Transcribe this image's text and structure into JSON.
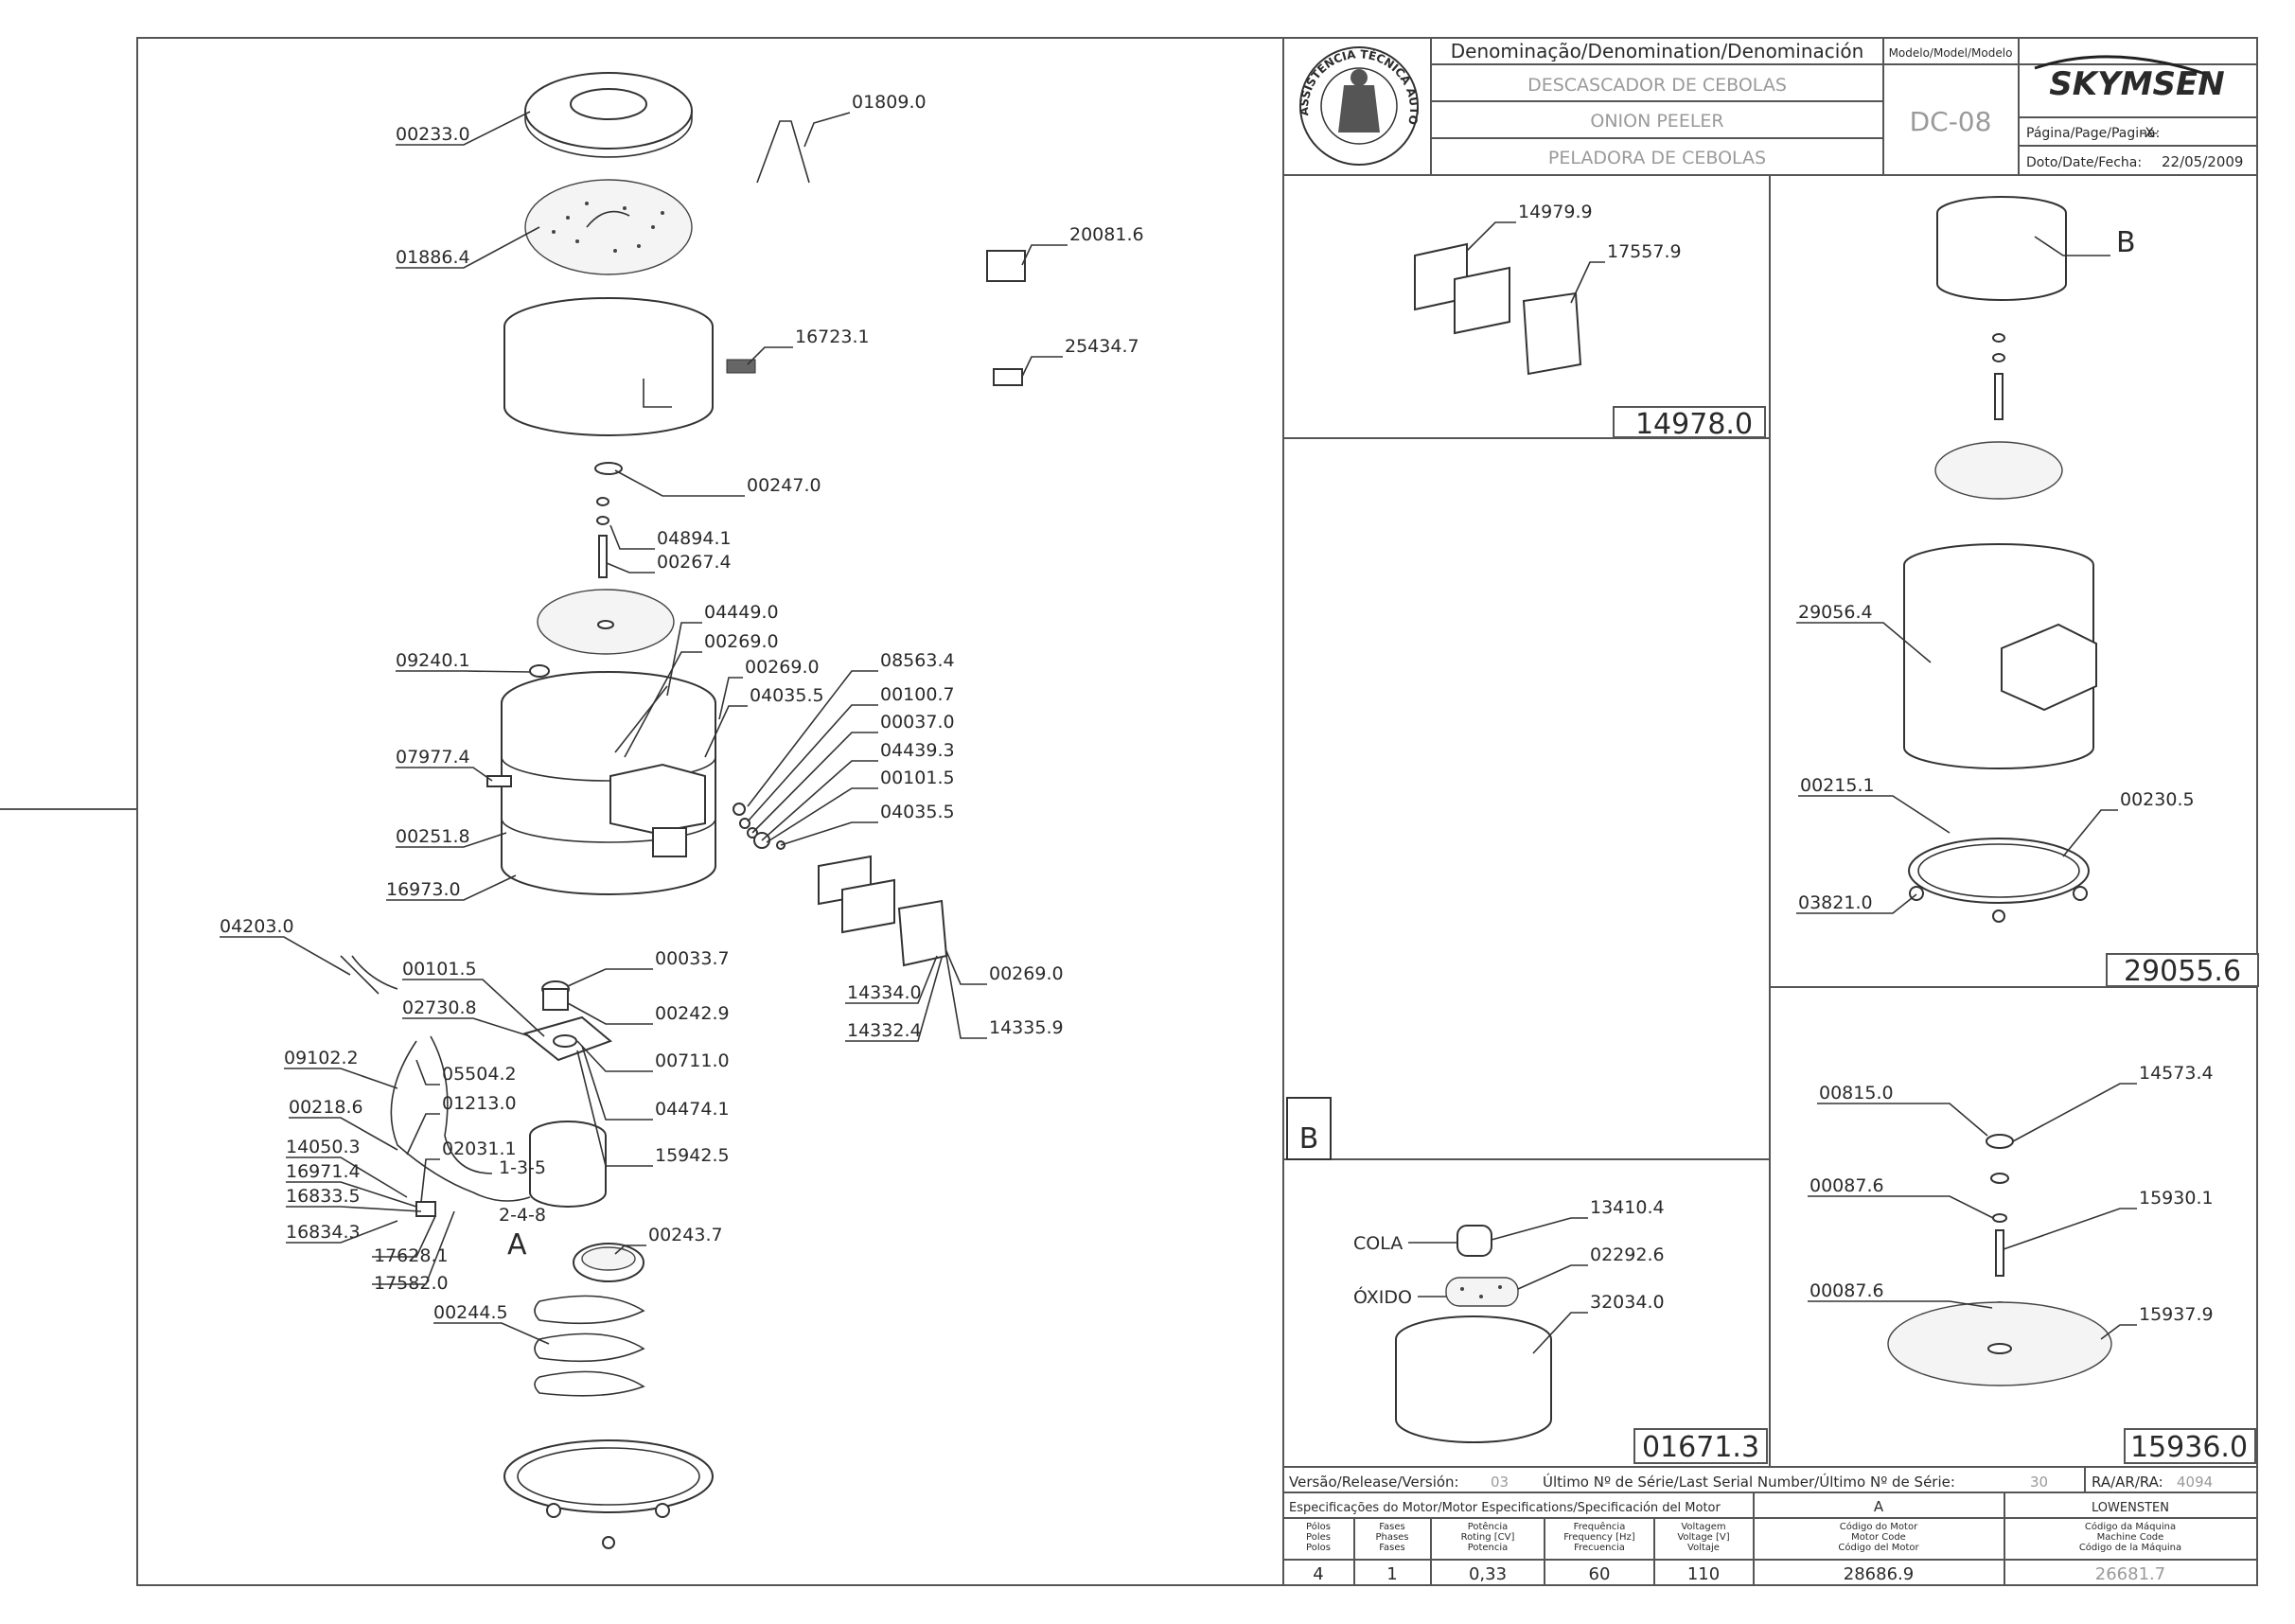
{
  "title_block": {
    "denomination_header": "Denominação/Denomination/Denominación",
    "name_pt": "DESCASCADOR DE CEBOLAS",
    "name_en": "ONION PEELER",
    "name_es": "PELADORA DE CEBOLAS",
    "model_header": "Modelo/Model/Modelo",
    "model": "DC-08",
    "brand": "SKYMSEN",
    "page_label": "Página/Page/Pagina:",
    "page_value": "-X-",
    "date_label": "Doto/Date/Fecha:",
    "date_value": "22/05/2009",
    "stamp_text": "ASSISTÊNCIA TÉCNICA AUTORIZADA"
  },
  "bottom_block": {
    "version_label": "Versão/Release/Versión:",
    "version_value": "03",
    "serial_label": "Último Nº de Série/Last Serial Number/Último Nº de Série:",
    "serial_value": "30",
    "ra_label": "RA/AR/RA:",
    "ra_value": "4094",
    "motor_spec_label": "Especificações do Motor/Motor Especifications/Specificación del Motor",
    "col_a": "A",
    "col_lowensten": "LOWENSTEN",
    "headers": [
      [
        "Pólos",
        "Poles",
        "Polos"
      ],
      [
        "Fases",
        "Phases",
        "Fases"
      ],
      [
        "Potência",
        "Roting [CV]",
        "Potencia"
      ],
      [
        "Frequência",
        "Frequency [Hz]",
        "Frecuencia"
      ],
      [
        "Voltagem",
        "Voltage [V]",
        "Voltaje"
      ],
      [
        "Código do Motor",
        "Motor Code",
        "Código del Motor"
      ],
      [
        "Código da Máquina",
        "Machine Code",
        "Código de la Máquina"
      ]
    ],
    "values": [
      "4",
      "1",
      "0,33",
      "60",
      "110",
      "28686.9",
      "26681.7"
    ]
  },
  "main_labels": [
    "00233.0",
    "01809.0",
    "01886.4",
    "20081.6",
    "16723.1",
    "25434.7",
    "00247.0",
    "04894.1",
    "00267.4",
    "04449.0",
    "00269.0",
    "09240.1",
    "00269.0",
    "08563.4",
    "04035.5",
    "00100.7",
    "00037.0",
    "07977.4",
    "04439.3",
    "00101.5",
    "00251.8",
    "04035.5",
    "16973.0",
    "04203.0",
    "00101.5",
    "00033.7",
    "02730.8",
    "00242.9",
    "00269.0",
    "00711.0",
    "14334.0",
    "14332.4",
    "14335.9",
    "09102.2",
    "05504.2",
    "01213.0",
    "04474.1",
    "00218.6",
    "02031.1",
    "15942.5",
    "14050.3",
    "16971.4",
    "16833.5",
    "16834.3",
    "17628.1",
    "17582.0",
    "A",
    "00243.7",
    "00244.5"
  ],
  "panel_14978": {
    "code": "14978.0",
    "labels": [
      "14979.9",
      "17557.9"
    ]
  },
  "panel_29055": {
    "code": "29055.6",
    "labels": [
      "B",
      "29056.4",
      "00215.1",
      "00230.5",
      "03821.0"
    ]
  },
  "panel_01671": {
    "code": "01671.3",
    "marker": "B",
    "labels": [
      "COLA",
      "13410.4",
      "ÓXIDO",
      "02292.6",
      "32034.0"
    ]
  },
  "panel_15936": {
    "code": "15936.0",
    "labels": [
      "00815.0",
      "14573.4",
      "00087.6",
      "15930.1",
      "00087.6",
      "15937.9"
    ]
  },
  "motor_wiring_labels": [
    "1-3-5",
    "2-4-8"
  ]
}
